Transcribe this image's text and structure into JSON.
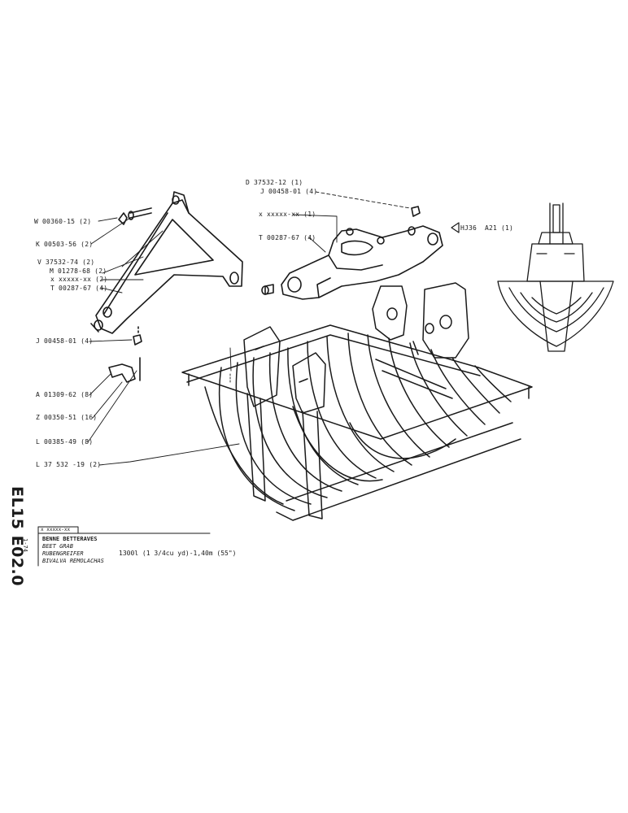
{
  "labels_left": [
    "W 00360-15 (2)",
    "K 00503-56 (2)",
    "V 37532-74 (2)",
    "M 01278-68 (2)",
    "x xxxxx-xx (2)",
    "T 00287-67 (4)",
    "J 00458-01 (4)",
    "A 01309-62 (8)",
    "Z 00350-51 (16)",
    "L 00385-49 (8)",
    "L 37 532  -19 (2)"
  ],
  "labels_top": [
    "D 37532-12 (1)",
    "J 00458-01 (4)",
    "x xxxxx-xx (1)",
    "T 00287-67 (4)"
  ],
  "ref_arrow": {
    "code": "HJ36",
    "item": "A21",
    "qty": "(1)"
  },
  "side": {
    "code": "EL15 E02.0",
    "date": "1-74"
  },
  "title_block": {
    "ref": "x xxxxx-xx",
    "lines": [
      "BENNE BETTERAVES",
      "BEET GRAB",
      "RUBENGREIFER",
      "BIVALVA REMOLACHAS"
    ],
    "spec": "1300l (1 3/4cu yd)-1,40m (55\")"
  }
}
